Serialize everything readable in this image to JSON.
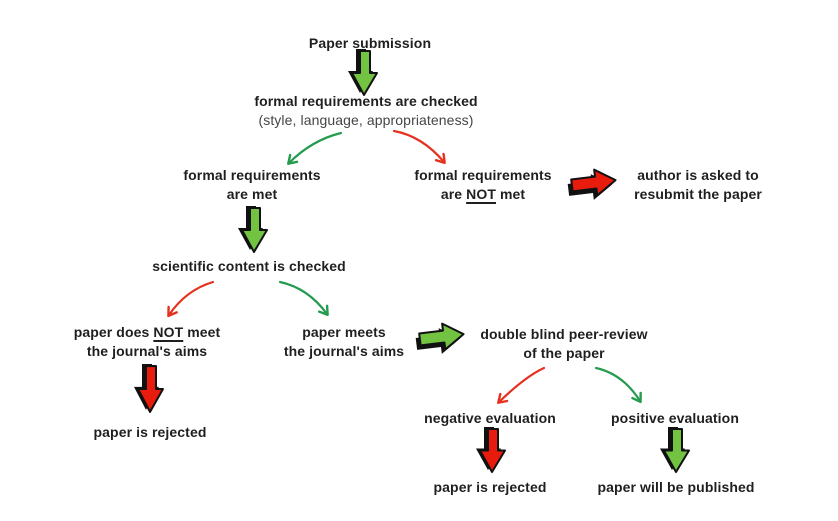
{
  "colors": {
    "background": "#ffffff",
    "text": "#1f1f1f",
    "subtitle_text": "#454545",
    "thick_arrow_green": "#72c341",
    "thick_arrow_red": "#e81c0c",
    "thin_arrow_green": "#249b4e",
    "thin_arrow_red": "#e5311f",
    "arrow_outline": "#111111"
  },
  "nodes": {
    "paper_submission": {
      "text": "Paper submission"
    },
    "formal_check": {
      "title": "formal requirements are checked",
      "subtitle": "(style, language, appropriateness)"
    },
    "req_met": {
      "line1": "formal requirements",
      "line2": "are met"
    },
    "req_not_met": {
      "line1": "formal requirements",
      "line2_pre": "are ",
      "line2_not": "NOT",
      "line2_post": " met"
    },
    "resubmit": {
      "line1": "author is asked to",
      "line2": "resubmit the paper"
    },
    "sci_check": {
      "text": "scientific content is checked"
    },
    "not_meet_aims": {
      "line1_pre": "paper does ",
      "line1_not": "NOT",
      "line1_post": " meet",
      "line2": "the journal's aims"
    },
    "meets_aims": {
      "line1": "paper meets",
      "line2": "the journal's aims"
    },
    "peer_review": {
      "line1": "double blind peer-review",
      "line2": "of the paper"
    },
    "rejected_left": {
      "text": "paper is rejected"
    },
    "negative_eval": {
      "text": "negative evaluation"
    },
    "positive_eval": {
      "text": "positive evaluation"
    },
    "rejected_right": {
      "text": "paper is rejected"
    },
    "published": {
      "text": "paper will be published"
    }
  },
  "edges": [
    {
      "from": "Paper submission",
      "to": "formal requirements are checked",
      "style": "thick",
      "color": "green"
    },
    {
      "from": "formal requirements are checked",
      "to": "formal requirements are met",
      "style": "thin",
      "color": "green"
    },
    {
      "from": "formal requirements are checked",
      "to": "formal requirements are NOT met",
      "style": "thin",
      "color": "red"
    },
    {
      "from": "formal requirements are NOT met",
      "to": "author is asked to resubmit the paper",
      "style": "thick",
      "color": "red"
    },
    {
      "from": "formal requirements are met",
      "to": "scientific content is checked",
      "style": "thick",
      "color": "green"
    },
    {
      "from": "scientific content is checked",
      "to": "paper does NOT meet the journal's aims",
      "style": "thin",
      "color": "red"
    },
    {
      "from": "scientific content is checked",
      "to": "paper meets the journal's aims",
      "style": "thin",
      "color": "green"
    },
    {
      "from": "paper does NOT meet the journal's aims",
      "to": "paper is rejected",
      "style": "thick",
      "color": "red"
    },
    {
      "from": "paper meets the journal's aims",
      "to": "double blind peer-review of the paper",
      "style": "thick",
      "color": "green"
    },
    {
      "from": "double blind peer-review of the paper",
      "to": "negative evaluation",
      "style": "thin",
      "color": "red"
    },
    {
      "from": "double blind peer-review of the paper",
      "to": "positive evaluation",
      "style": "thin",
      "color": "green"
    },
    {
      "from": "negative evaluation",
      "to": "paper is rejected",
      "style": "thick",
      "color": "red"
    },
    {
      "from": "positive evaluation",
      "to": "paper will be published",
      "style": "thick",
      "color": "green"
    }
  ]
}
